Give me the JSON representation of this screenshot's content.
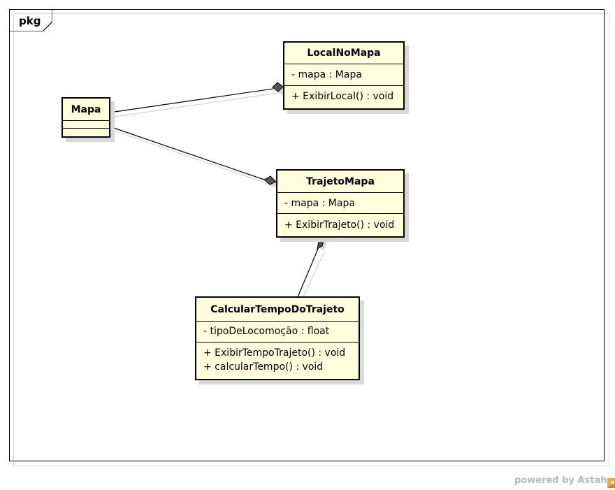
{
  "frame": {
    "label": "pkg"
  },
  "classes": {
    "mapa": {
      "name": "Mapa",
      "attributes": [],
      "operations": []
    },
    "local_no_mapa": {
      "name": "LocalNoMapa",
      "attributes": [
        "- mapa : Mapa"
      ],
      "operations": [
        "+ ExibirLocal() : void"
      ]
    },
    "trajeto_mapa": {
      "name": "TrajetoMapa",
      "attributes": [
        "- mapa : Mapa"
      ],
      "operations": [
        "+ ExibirTrajeto() : void"
      ]
    },
    "calcular_tempo": {
      "name": "CalcularTempoDoTrajeto",
      "attributes": [
        "- tipoDeLocomoção : float"
      ],
      "operations": [
        "+ ExibirTempoTrajeto() : void",
        "+ calcularTempo() : void"
      ]
    }
  },
  "relations": [
    {
      "from": "Mapa",
      "to": "LocalNoMapa",
      "type": "composition"
    },
    {
      "from": "Mapa",
      "to": "TrajetoMapa",
      "type": "composition"
    },
    {
      "from": "CalcularTempoDoTrajeto",
      "to": "TrajetoMapa",
      "type": "composition"
    }
  ],
  "footer": {
    "text": "powered by Astah"
  }
}
